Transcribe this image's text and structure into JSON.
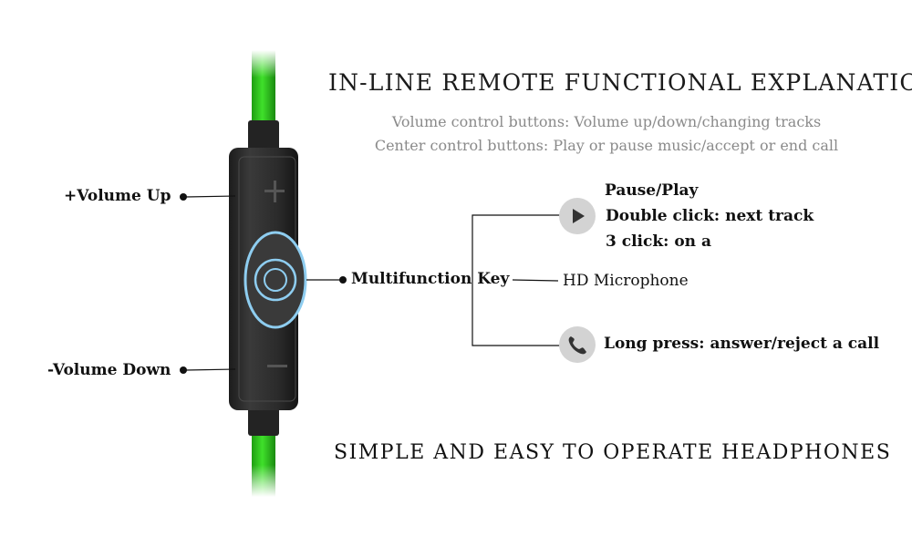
{
  "title": "IN-LINE REMOTE FUNCTIONAL EXPLANATION",
  "subtitle_lines": [
    "Volume control buttons: Volume up/down/changing tracks",
    "Center control buttons: Play or pause music/accept or end call"
  ],
  "labels": {
    "volume_up": "+Volume Up",
    "volume_down": "-Volume Down",
    "multifunction": "Multifunction Key",
    "microphone": "HD Microphone"
  },
  "play_info": [
    "Pause/Play",
    "Double click: next track",
    "3 click: on a"
  ],
  "call_info": "Long press: answer/reject a call",
  "footer": "SIMPLE AND EASY TO OPERATE HEADPHONES",
  "colors": {
    "cable": "#2fd11a",
    "remote_body": "#2a2a2a",
    "ring": "#8ecdf0",
    "icon_bg": "#d3d3d3"
  },
  "icons": [
    "play-icon",
    "phone-icon",
    "plus-icon",
    "minus-icon"
  ]
}
